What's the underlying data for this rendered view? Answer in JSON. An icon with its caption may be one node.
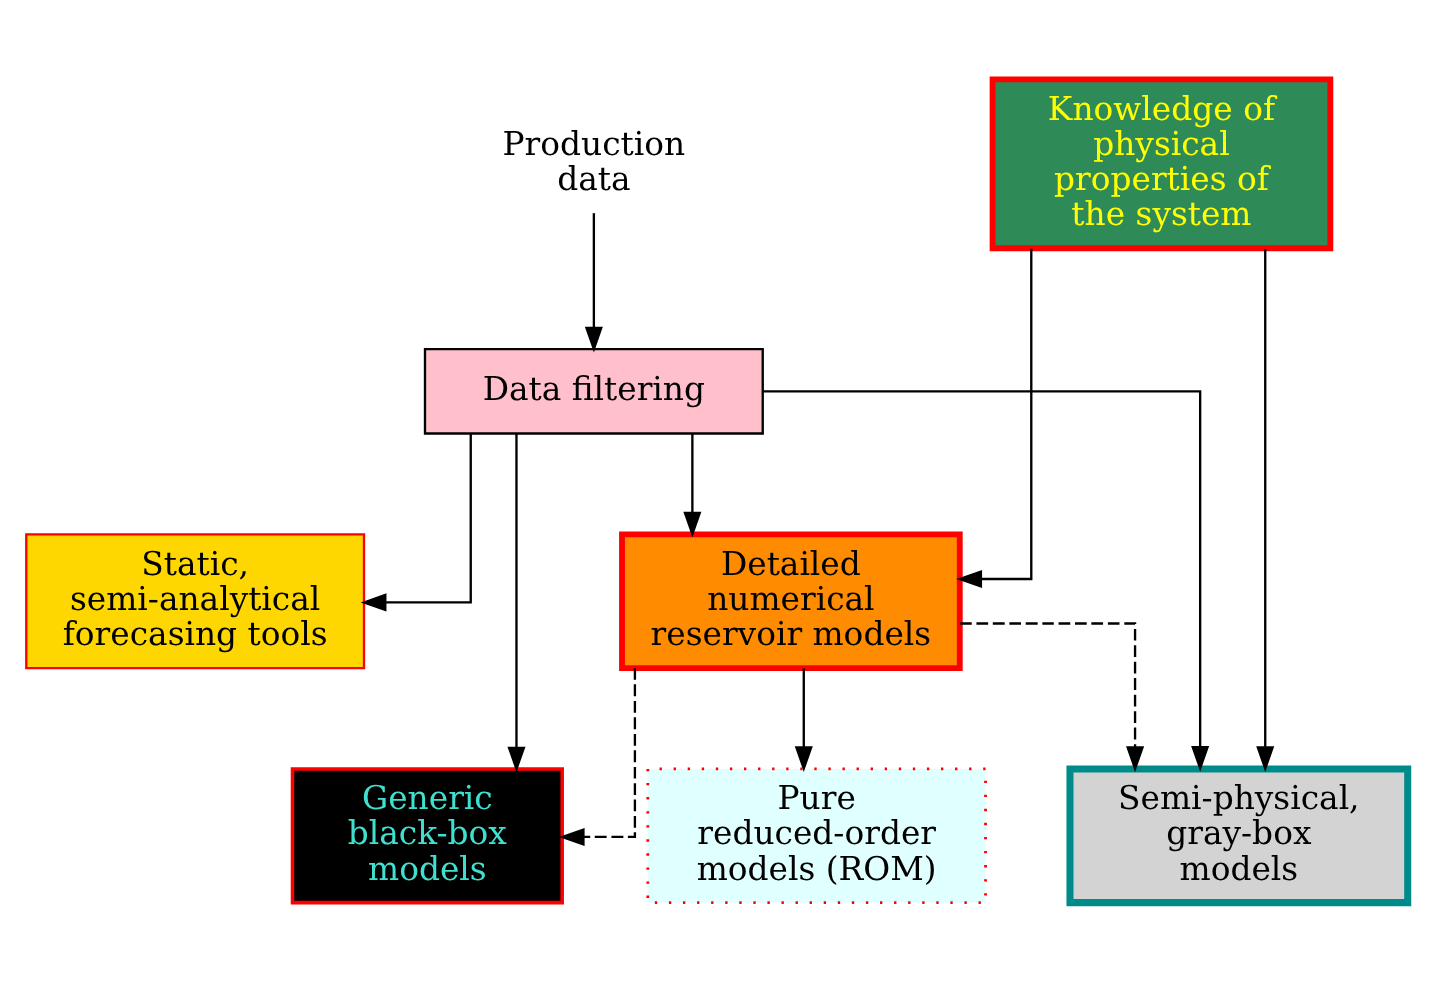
{
  "diagram": {
    "nodes": [
      {
        "text": [
          "Production data"
        ]
      },
      {
        "text": [
          "Data filtering"
        ]
      },
      {
        "text": [
          "Knowledge of physical properties of the system"
        ]
      },
      {
        "text": [
          "Static, semi-analytical forecasing tools"
        ]
      },
      {
        "text": [
          "Detailed numerical reservoir models"
        ]
      },
      {
        "text": [
          "Generic black-box models"
        ]
      },
      {
        "text": [
          "Pure reduced-order models (ROM)"
        ]
      },
      {
        "text": [
          "Semi-physical, gray-box models"
        ]
      }
    ],
    "edges": [
      {
        "from": 0,
        "to": 1,
        "arrow": "to"
      },
      {
        "from": 1,
        "to": 3,
        "arrow": "to"
      },
      {
        "from": 1,
        "to": 4,
        "arrow": "to"
      },
      {
        "from": 1,
        "to": 5,
        "arrow": "to"
      },
      {
        "from": 1,
        "to": 7,
        "arrow": "to"
      },
      {
        "from": 2,
        "to": 4,
        "arrow": "to"
      },
      {
        "from": 2,
        "to": 7,
        "arrow": "to"
      },
      {
        "from": 4,
        "to": 6,
        "arrow": "to"
      },
      {
        "from": 4,
        "to": 5,
        "arrow": "to",
        "style": "dashed"
      },
      {
        "from": 4,
        "to": 7,
        "arrow": "to",
        "style": "dashed"
      }
    ]
  }
}
